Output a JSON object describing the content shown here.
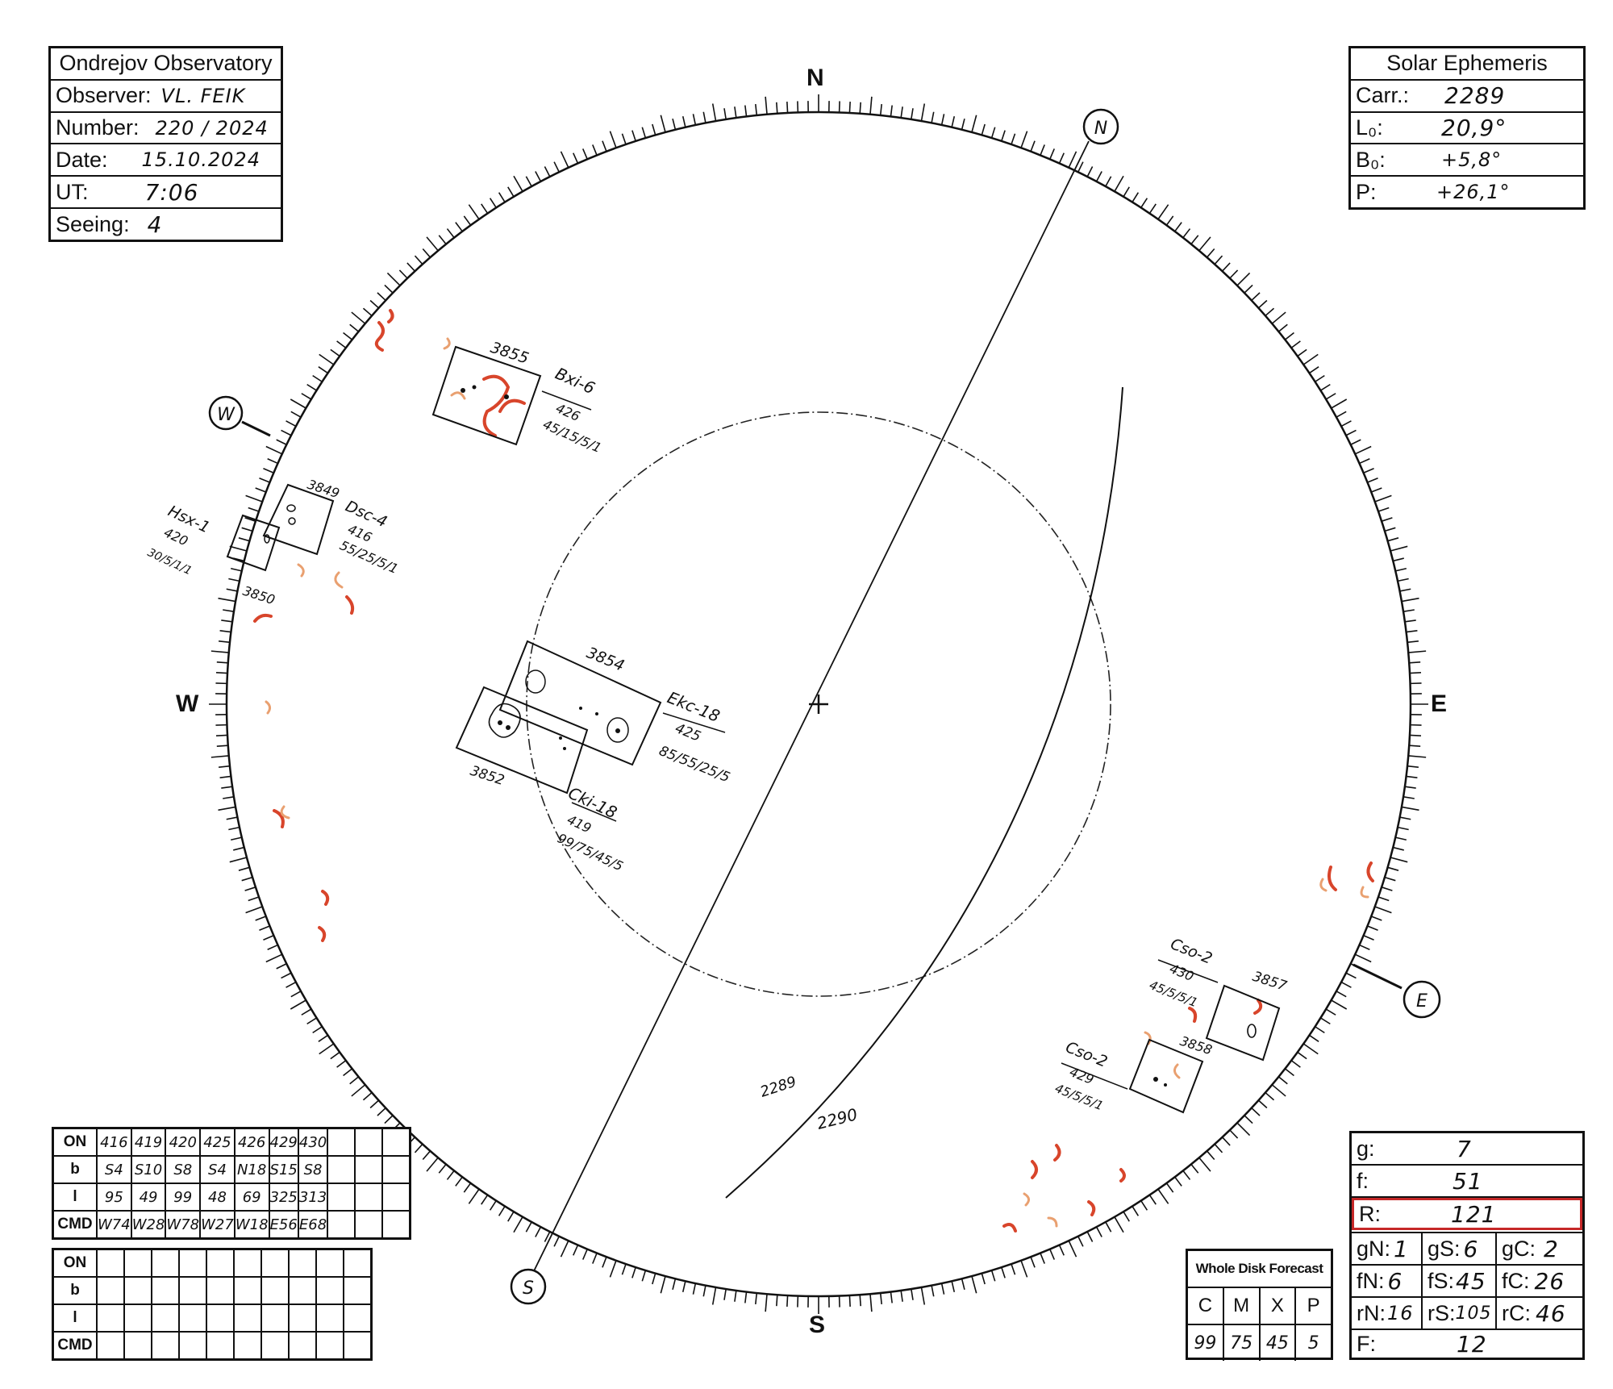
{
  "observatory": {
    "title": "Ondrejov Observatory",
    "observer_label": "Observer:",
    "observer": "VL. FEIK",
    "number_label": "Number:",
    "number": "220 / 2024",
    "date_label": "Date:",
    "date": "15.10.2024",
    "ut_label": "UT:",
    "ut": "7:06",
    "seeing_label": "Seeing:",
    "seeing": "4"
  },
  "ephemeris": {
    "title": "Solar Ephemeris",
    "carr_label": "Carr.:",
    "carr": "2289",
    "l0_label": "L₀:",
    "l0": "20,9°",
    "b0_label": "B₀:",
    "b0": "+5,8°",
    "p_label": "P:",
    "p": "+26,1°"
  },
  "cardinals": {
    "n": "N",
    "s": "S",
    "e": "E",
    "w": "W",
    "n_circle": "N",
    "s_circle": "S",
    "e_circle": "E",
    "w_circle": "W"
  },
  "meridians": {
    "a": "2289",
    "b": "2290"
  },
  "groups": [
    {
      "number": "3855",
      "class": "Bxi-6",
      "id": "426",
      "counts": "45/15/5/1"
    },
    {
      "number": "3849",
      "class": "Dsc-4",
      "id": "416",
      "counts": "55/25/5/1"
    },
    {
      "number": "3850",
      "class": "Hsx-1",
      "id": "420",
      "counts": "30/5/1/1"
    },
    {
      "number": "3854",
      "class": "Ekc-18",
      "id": "425",
      "counts": "85/55/25/5"
    },
    {
      "number": "3852",
      "class": "Cki-18",
      "id": "419",
      "counts": "99/75/45/5"
    },
    {
      "number": "3857",
      "class": "Cso-2",
      "id": "430",
      "counts": "45/5/5/1"
    },
    {
      "number": "3858",
      "class": "Cso-2",
      "id": "429",
      "counts": "45/5/5/1"
    }
  ],
  "obs_table": {
    "headers": [
      "ON",
      "b",
      "l",
      "CMD"
    ],
    "rows": [
      [
        "416",
        "419",
        "420",
        "425",
        "426",
        "429",
        "430",
        "",
        "",
        ""
      ],
      [
        "S4",
        "S10",
        "S8",
        "S4",
        "N18",
        "S15",
        "S8",
        "",
        "",
        ""
      ],
      [
        "95",
        "49",
        "99",
        "48",
        "69",
        "325",
        "313",
        "",
        "",
        ""
      ],
      [
        "W74",
        "W28",
        "W78",
        "W27",
        "W18",
        "E56",
        "E68",
        "",
        "",
        ""
      ]
    ]
  },
  "obs_table2": {
    "headers": [
      "ON",
      "b",
      "l",
      "CMD"
    ]
  },
  "forecast": {
    "title": "Whole Disk Forecast",
    "headers": [
      "C",
      "M",
      "X",
      "P"
    ],
    "values": [
      "99",
      "75",
      "45",
      "5"
    ]
  },
  "stats": {
    "g_label": "g:",
    "g": "7",
    "f_label": "f:",
    "f": "51",
    "r_label": "R:",
    "r": "121",
    "gn_label": "gN:",
    "gn": "1",
    "gs_label": "gS:",
    "gs": "6",
    "gc_label": "gC:",
    "gc": "2",
    "fn_label": "fN:",
    "fn": "6",
    "fs_label": "fS:",
    "fs": "45",
    "fc_label": "fC:",
    "fc": "26",
    "rn_label": "rN:",
    "rn": "16",
    "rs_label": "rS:",
    "rs": "105",
    "rc_label": "rC:",
    "rc": "46",
    "big_f_label": "F:",
    "big_f": "12"
  },
  "colors": {
    "ink": "#111111",
    "plage": "#d8452b",
    "plage_light": "#e9a070",
    "highlight": "#c62828"
  }
}
